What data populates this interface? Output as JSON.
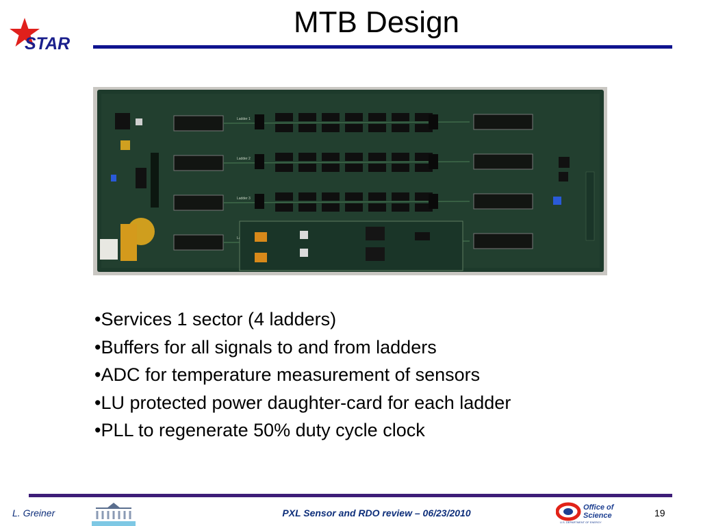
{
  "header": {
    "logo_text": "STAR",
    "title": "MTB Design"
  },
  "board": {
    "ladder_labels": [
      "Ladder 1",
      "Ladder 2",
      "Ladder 3",
      "Ladder 4"
    ]
  },
  "bullets": [
    "•Services 1 sector (4 ladders)",
    "•Buffers for all signals to and from ladders",
    "•ADC for temperature measurement of sensors",
    "•LU protected power daughter-card for each ladder",
    "•PLL to regenerate 50% duty cycle clock"
  ],
  "footer": {
    "author": "L. Greiner",
    "title": "PXL Sensor and RDO review – 06/23/2010",
    "doe_line1": "Office of",
    "doe_line2": "Science",
    "doe_line3": "U.S. DEPARTMENT OF ENERGY",
    "page": "19"
  },
  "colors": {
    "accent": "#0f148f",
    "footer_rule": "#3e1d78",
    "star_red": "#e0201c",
    "footer_text": "#0d2e7a",
    "pcb_green": "#1d3a2b"
  }
}
